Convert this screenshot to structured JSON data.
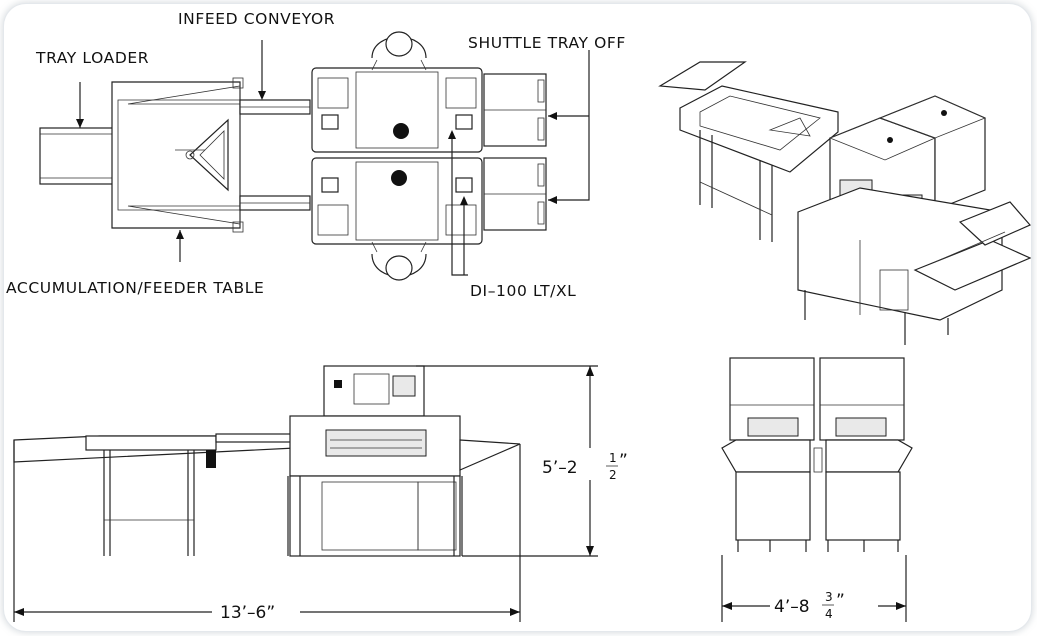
{
  "labels": {
    "tray_loader": "TRAY LOADER",
    "infeed_conveyor": "INFEED CONVEYOR",
    "shuttle_tray_off": "SHUTTLE TRAY OFF",
    "accumulation_feeder_table": "ACCUMULATION/FEEDER TABLE",
    "model": "DI–100 LT/XL"
  },
  "dimensions": {
    "height_main": "5’–2",
    "height_frac_num": "1",
    "height_frac_den": "2",
    "height_close": "”",
    "length": "13’–6”",
    "width_main": "4’–8",
    "width_frac_num": "3",
    "width_frac_den": "4",
    "width_close": "”"
  }
}
